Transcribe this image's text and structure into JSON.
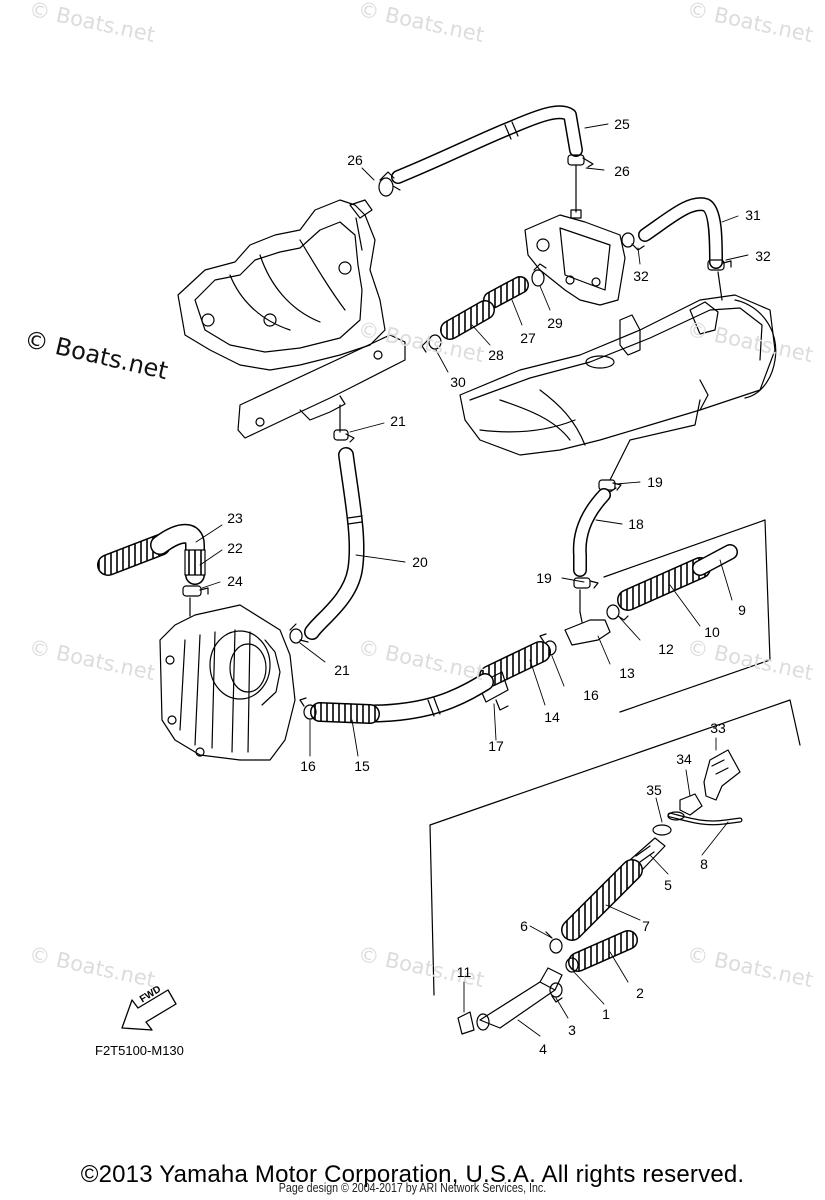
{
  "watermarks": {
    "text": "© Boats.net",
    "main_text": "© Boats.net"
  },
  "callouts": [
    "25",
    "26",
    "26",
    "31",
    "32",
    "32",
    "27",
    "29",
    "28",
    "30",
    "21",
    "19",
    "18",
    "23",
    "22",
    "24",
    "20",
    "19",
    "9",
    "10",
    "12",
    "13",
    "16",
    "14",
    "17",
    "21",
    "16",
    "15",
    "33",
    "34",
    "35",
    "8",
    "5",
    "7",
    "6",
    "11",
    "3",
    "1",
    "2",
    "4"
  ],
  "fwd_label": "FWD",
  "reference_code": "F2T5100-M130",
  "footer": {
    "copyright": "©2013 Yamaha Motor Corporation, U.S.A. All rights reserved.",
    "page_design": "Page design © 2004-2017 by ARI Network Services, Inc."
  },
  "colors": {
    "line": "#000000",
    "watermark": "#dcdcdc",
    "background": "#ffffff"
  }
}
